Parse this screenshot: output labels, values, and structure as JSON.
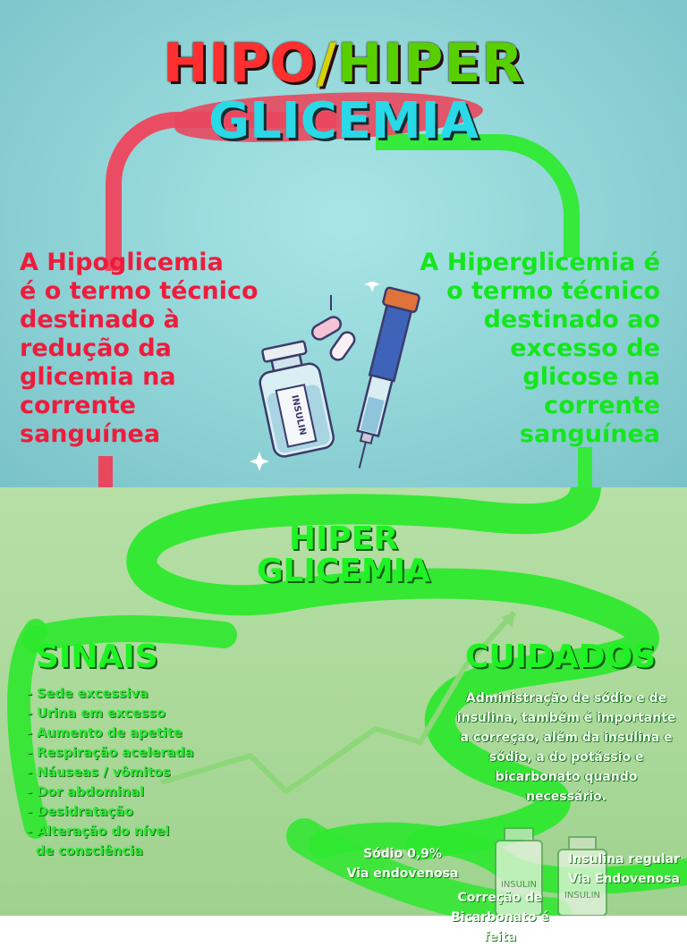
{
  "header": {
    "title_hipo": "HIPO",
    "title_slash": "/",
    "title_hiper": "HIPER",
    "title_glicemia": "GLICEMIA"
  },
  "definitions": {
    "hipo_lines": [
      "A Hipoglicemia",
      "é o termo técnico",
      "destinado à",
      "redução da",
      "glicemia na",
      "corrente",
      "sanguínea"
    ],
    "hiper_lines": [
      "A Hiperglicemia é",
      "o termo técnico",
      "destinado ao",
      "excesso de",
      "glicose na",
      "corrente",
      "sanguínea"
    ]
  },
  "illustration": {
    "vial_label": "INSULIN"
  },
  "hiper_section": {
    "title_line1": "HIPER",
    "title_line2": "GLICEMIA",
    "sinais_title": "SINAIS",
    "cuidados_title": "CUIDADOS",
    "sinais": [
      "- Sede excessiva",
      "- Urina em excesso",
      "- Aumento de apetite",
      "- Respiração acelerada",
      "- Náuseas / vômitos",
      "- Dor abdominal",
      "- Desidratação",
      "- Alteração do nível",
      "  de consciência"
    ],
    "cuidados_lines": [
      "Administração de sódio e de",
      "insulina, também é importante",
      "a correçao, além da insulina e",
      "sódio, a do potássio e",
      "bicarbonato quando",
      "necessário."
    ],
    "sodio_line1": "Sódio 0,9%",
    "sodio_line2": "Via endovenosa",
    "insulina_line1": "Insulina regular",
    "insulina_line2": "Via Endovenosa",
    "correcao_line1": "Correção de",
    "correcao_line2": "Bicarbonato é feita",
    "insulin_bottle_1": "INSULIN",
    "insulin_bottle_2": "INSULIN"
  },
  "colors": {
    "red": "#ee1c3c",
    "green": "#14e61b",
    "cyan": "#29d9e6",
    "top_bg": "#8fd3d6",
    "bottom_bg": "#a9d898"
  }
}
